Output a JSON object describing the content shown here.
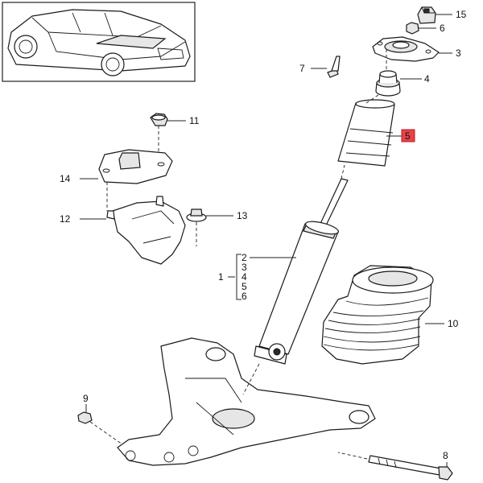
{
  "diagram": {
    "callouts": [
      {
        "id": "c15",
        "label": "15"
      },
      {
        "id": "c6",
        "label": "6"
      },
      {
        "id": "c3",
        "label": "3"
      },
      {
        "id": "c7",
        "label": "7"
      },
      {
        "id": "c4",
        "label": "4"
      },
      {
        "id": "c5",
        "label": "5",
        "highlighted": true
      },
      {
        "id": "c11",
        "label": "11"
      },
      {
        "id": "c14",
        "label": "14"
      },
      {
        "id": "c12",
        "label": "12"
      },
      {
        "id": "c13",
        "label": "13"
      },
      {
        "id": "c10",
        "label": "10"
      },
      {
        "id": "c9",
        "label": "9"
      },
      {
        "id": "c8",
        "label": "8"
      }
    ],
    "group": {
      "label": "1",
      "items": [
        "2",
        "3",
        "4",
        "5",
        "6"
      ]
    },
    "colors": {
      "highlight": "#e8424a",
      "line": "#1a1a1a"
    }
  }
}
